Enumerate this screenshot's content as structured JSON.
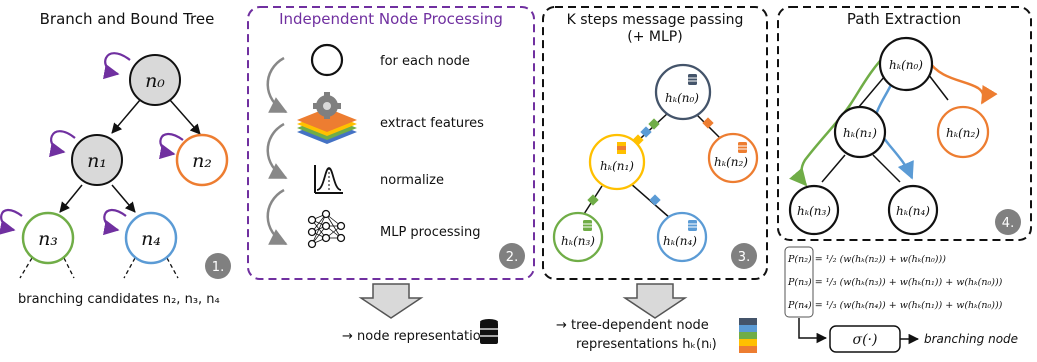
{
  "panel1": {
    "title": "Branch and Bound Tree",
    "nodes": [
      "n₀",
      "n₁",
      "n₂",
      "n₃",
      "n₄"
    ],
    "caption": "branching candidates n₂, n₃, n₄",
    "step": "1."
  },
  "panel2": {
    "title": "Independent Node Processing",
    "steps": [
      "for each node",
      "extract features",
      "normalize",
      "MLP processing"
    ],
    "step": "2.",
    "output": "→ node representation"
  },
  "panel3": {
    "title_line1": "K steps message passing",
    "title_line2": "(+ MLP)",
    "nodes": [
      "hₖ(n₀)",
      "hₖ(n₁)",
      "hₖ(n₂)",
      "hₖ(n₃)",
      "hₖ(n₄)"
    ],
    "step": "3.",
    "output_line1": "→ tree-dependent node",
    "output_line2": "representations hₖ(nᵢ)"
  },
  "panel4": {
    "title": "Path Extraction",
    "nodes": [
      "hₖ(n₀)",
      "hₖ(n₁)",
      "hₖ(n₂)",
      "hₖ(n₃)",
      "hₖ(n₄)"
    ],
    "step": "4.",
    "formulas": [
      "P(n₂) = ¹/₂ (w(hₖ(n₂)) + w(hₖ(n₀)))",
      "P(n₃) = ¹/₃ (w(hₖ(n₃)) + w(hₖ(n₁)) + w(hₖ(n₀)))",
      "P(n₄) = ¹/₃ (w(hₖ(n₄)) + w(hₖ(n₁)) + w(hₖ(n₀)))"
    ],
    "sigma": "σ(·)",
    "result": "branching node"
  },
  "colors": {
    "purple": "#7030a0",
    "orange": "#ed7d31",
    "green": "#70ad47",
    "blue": "#5b9bd5",
    "yellow": "#ffc000",
    "gray": "#d9d9d9",
    "dark": "#44546a",
    "badge": "#808080"
  }
}
